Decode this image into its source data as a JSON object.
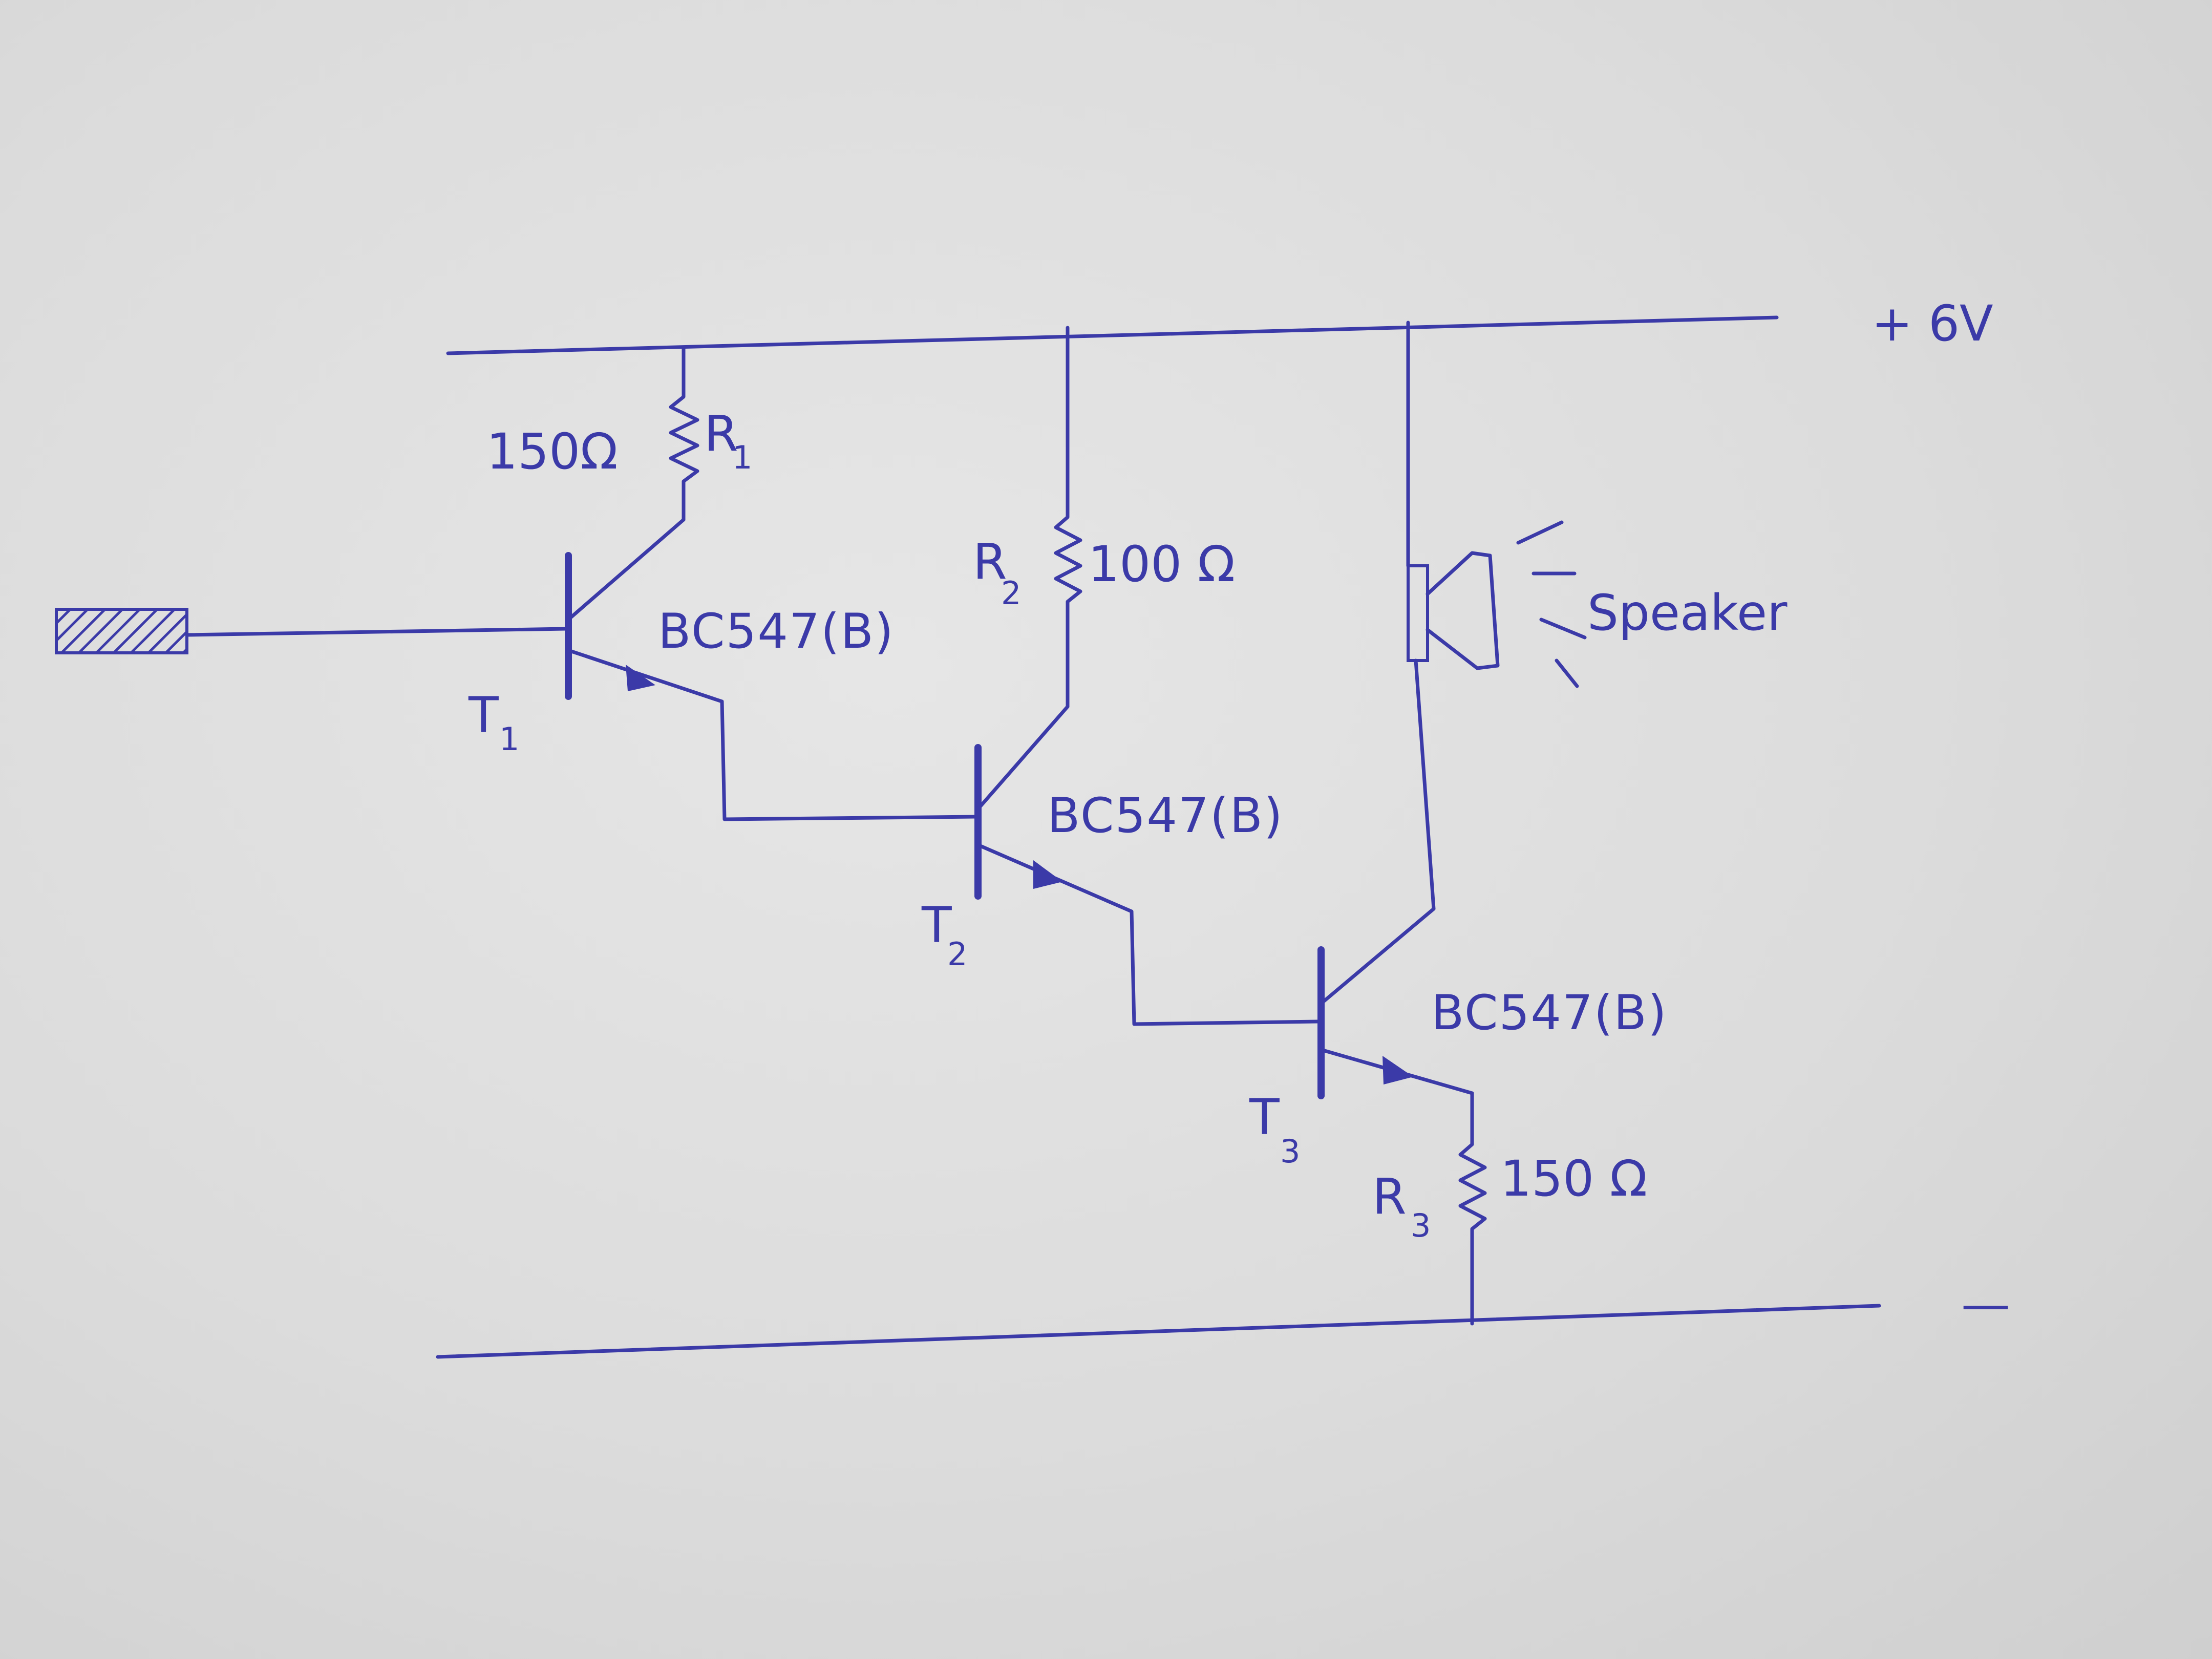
{
  "colors": {
    "ink": "#3b3aa8",
    "paper": "#dedede"
  },
  "supply": {
    "positive": "+ 6V",
    "negative": "—"
  },
  "resistors": [
    {
      "name": "R",
      "sub": "1",
      "value": "150Ω"
    },
    {
      "name": "R",
      "sub": "2",
      "value": "100 Ω"
    },
    {
      "name": "R",
      "sub": "3",
      "value": "150 Ω"
    }
  ],
  "transistors": [
    {
      "name": "T",
      "sub": "1",
      "part": "BC547(B)"
    },
    {
      "name": "T",
      "sub": "2",
      "part": "BC547(B)"
    },
    {
      "name": "T",
      "sub": "3",
      "part": "BC547(B)"
    }
  ],
  "speaker": {
    "label": "Speaker",
    "icon": "speaker-icon"
  },
  "input": {
    "icon": "sensor-plate-icon"
  }
}
